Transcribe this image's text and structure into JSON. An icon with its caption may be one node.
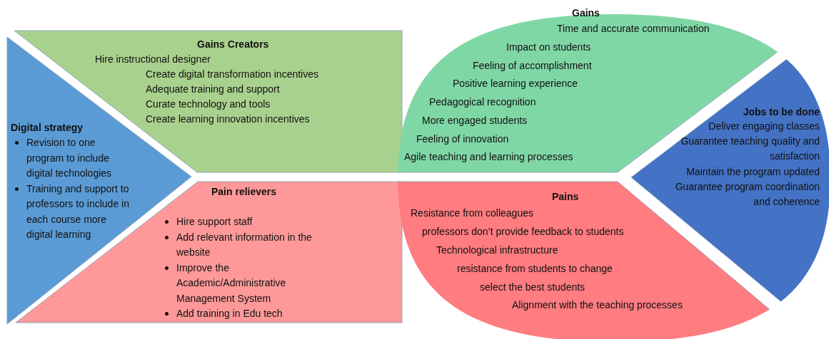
{
  "diagram": {
    "nodes": [
      {
        "text": [
          "Gains Creators",
          "Hire instructional designer",
          "Create digital transformation incentives",
          "Adequate training and support",
          "Curate technology and tools",
          "Create learning innovation incentives"
        ]
      },
      {
        "text": [
          "Digital strategy",
          "Revision to one program to include digital technologies",
          "Training and support to professors to include in each course more digital learning"
        ]
      },
      {
        "text": [
          "Pain relievers",
          "Hire support staff",
          "Add relevant information in the website",
          "Improve the Academic/Administrative Management System",
          "Add training in Edu tech"
        ]
      },
      {
        "text": [
          "Gains",
          "Time and accurate communication",
          "Impact on students",
          "Feeling of accomplishment",
          "Positive learning experience",
          "Pedagogical recognition",
          "More engaged students",
          "Feeling of innovation",
          "Agile teaching and learning processes"
        ]
      },
      {
        "text": [
          "Pains",
          "Resistance from colleagues",
          "professors don’t provide feedback to students",
          "Technological infrastructure",
          "resistance from students to change",
          "select the best students",
          "Alignment with the teaching processes"
        ]
      },
      {
        "text": [
          "Jobs to be done",
          "Deliver engaging classes",
          "Guarantee teaching quality and satisfaction",
          "Maintain the program updated",
          "Guarantee program coordination and coherence"
        ]
      }
    ]
  }
}
